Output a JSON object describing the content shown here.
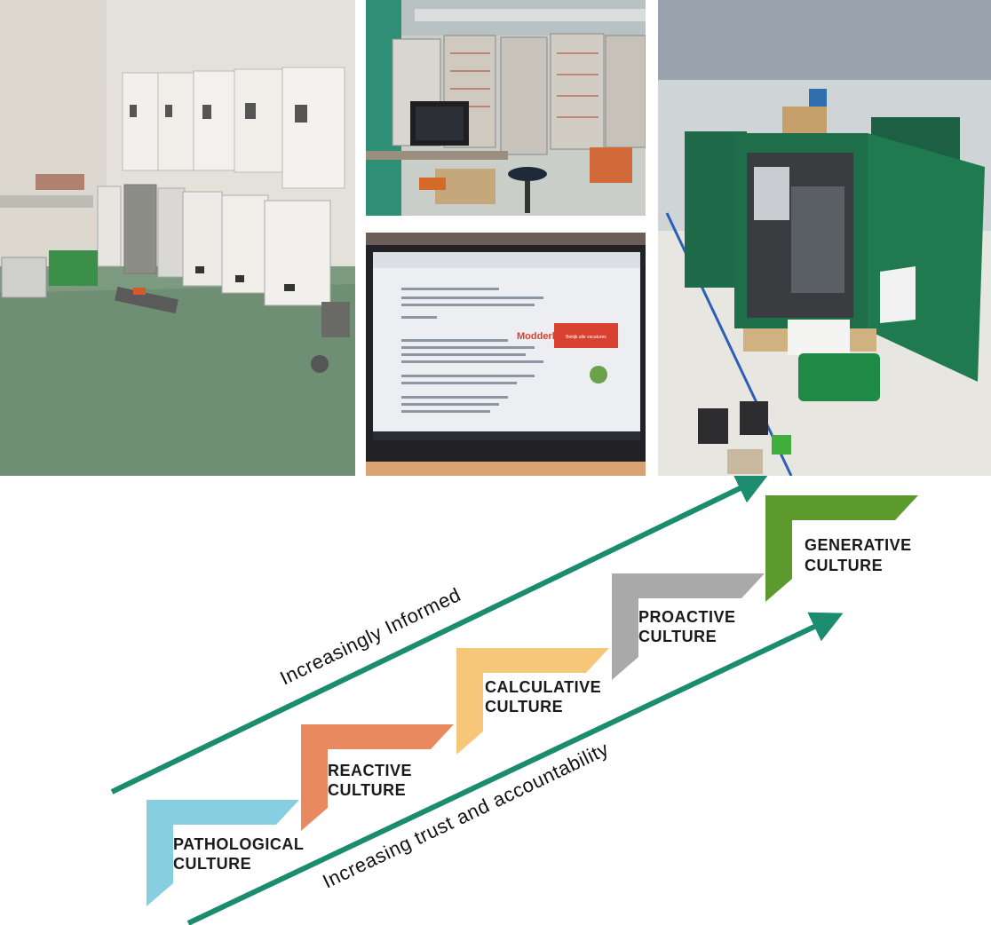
{
  "photos": [
    {
      "name": "electrical-cabinets-photo"
    },
    {
      "name": "control-panels-workshop-photo"
    },
    {
      "name": "laptop-screen-photo",
      "screen_brand": "Modderkolk",
      "screen_button": "Bekijk alle vacatures"
    },
    {
      "name": "green-outdoor-cabinet-photo"
    }
  ],
  "diagram": {
    "stages": [
      {
        "line1": "PATHOLOGICAL",
        "line2": "CULTURE",
        "color": "#87CEE0"
      },
      {
        "line1": "REACTIVE",
        "line2": "CULTURE",
        "color": "#E8895F"
      },
      {
        "line1": "CALCULATIVE",
        "line2": "CULTURE",
        "color": "#F6C778"
      },
      {
        "line1": "PROACTIVE",
        "line2": "CULTURE",
        "color": "#A9A9A9"
      },
      {
        "line1": "GENERATIVE",
        "line2": "CULTURE",
        "color": "#5C9A2E"
      }
    ],
    "upper_arrow_label": "Increasingly Informed",
    "lower_arrow_label": "Increasing trust and accountability",
    "arrow_color": "#1B8C6E"
  }
}
